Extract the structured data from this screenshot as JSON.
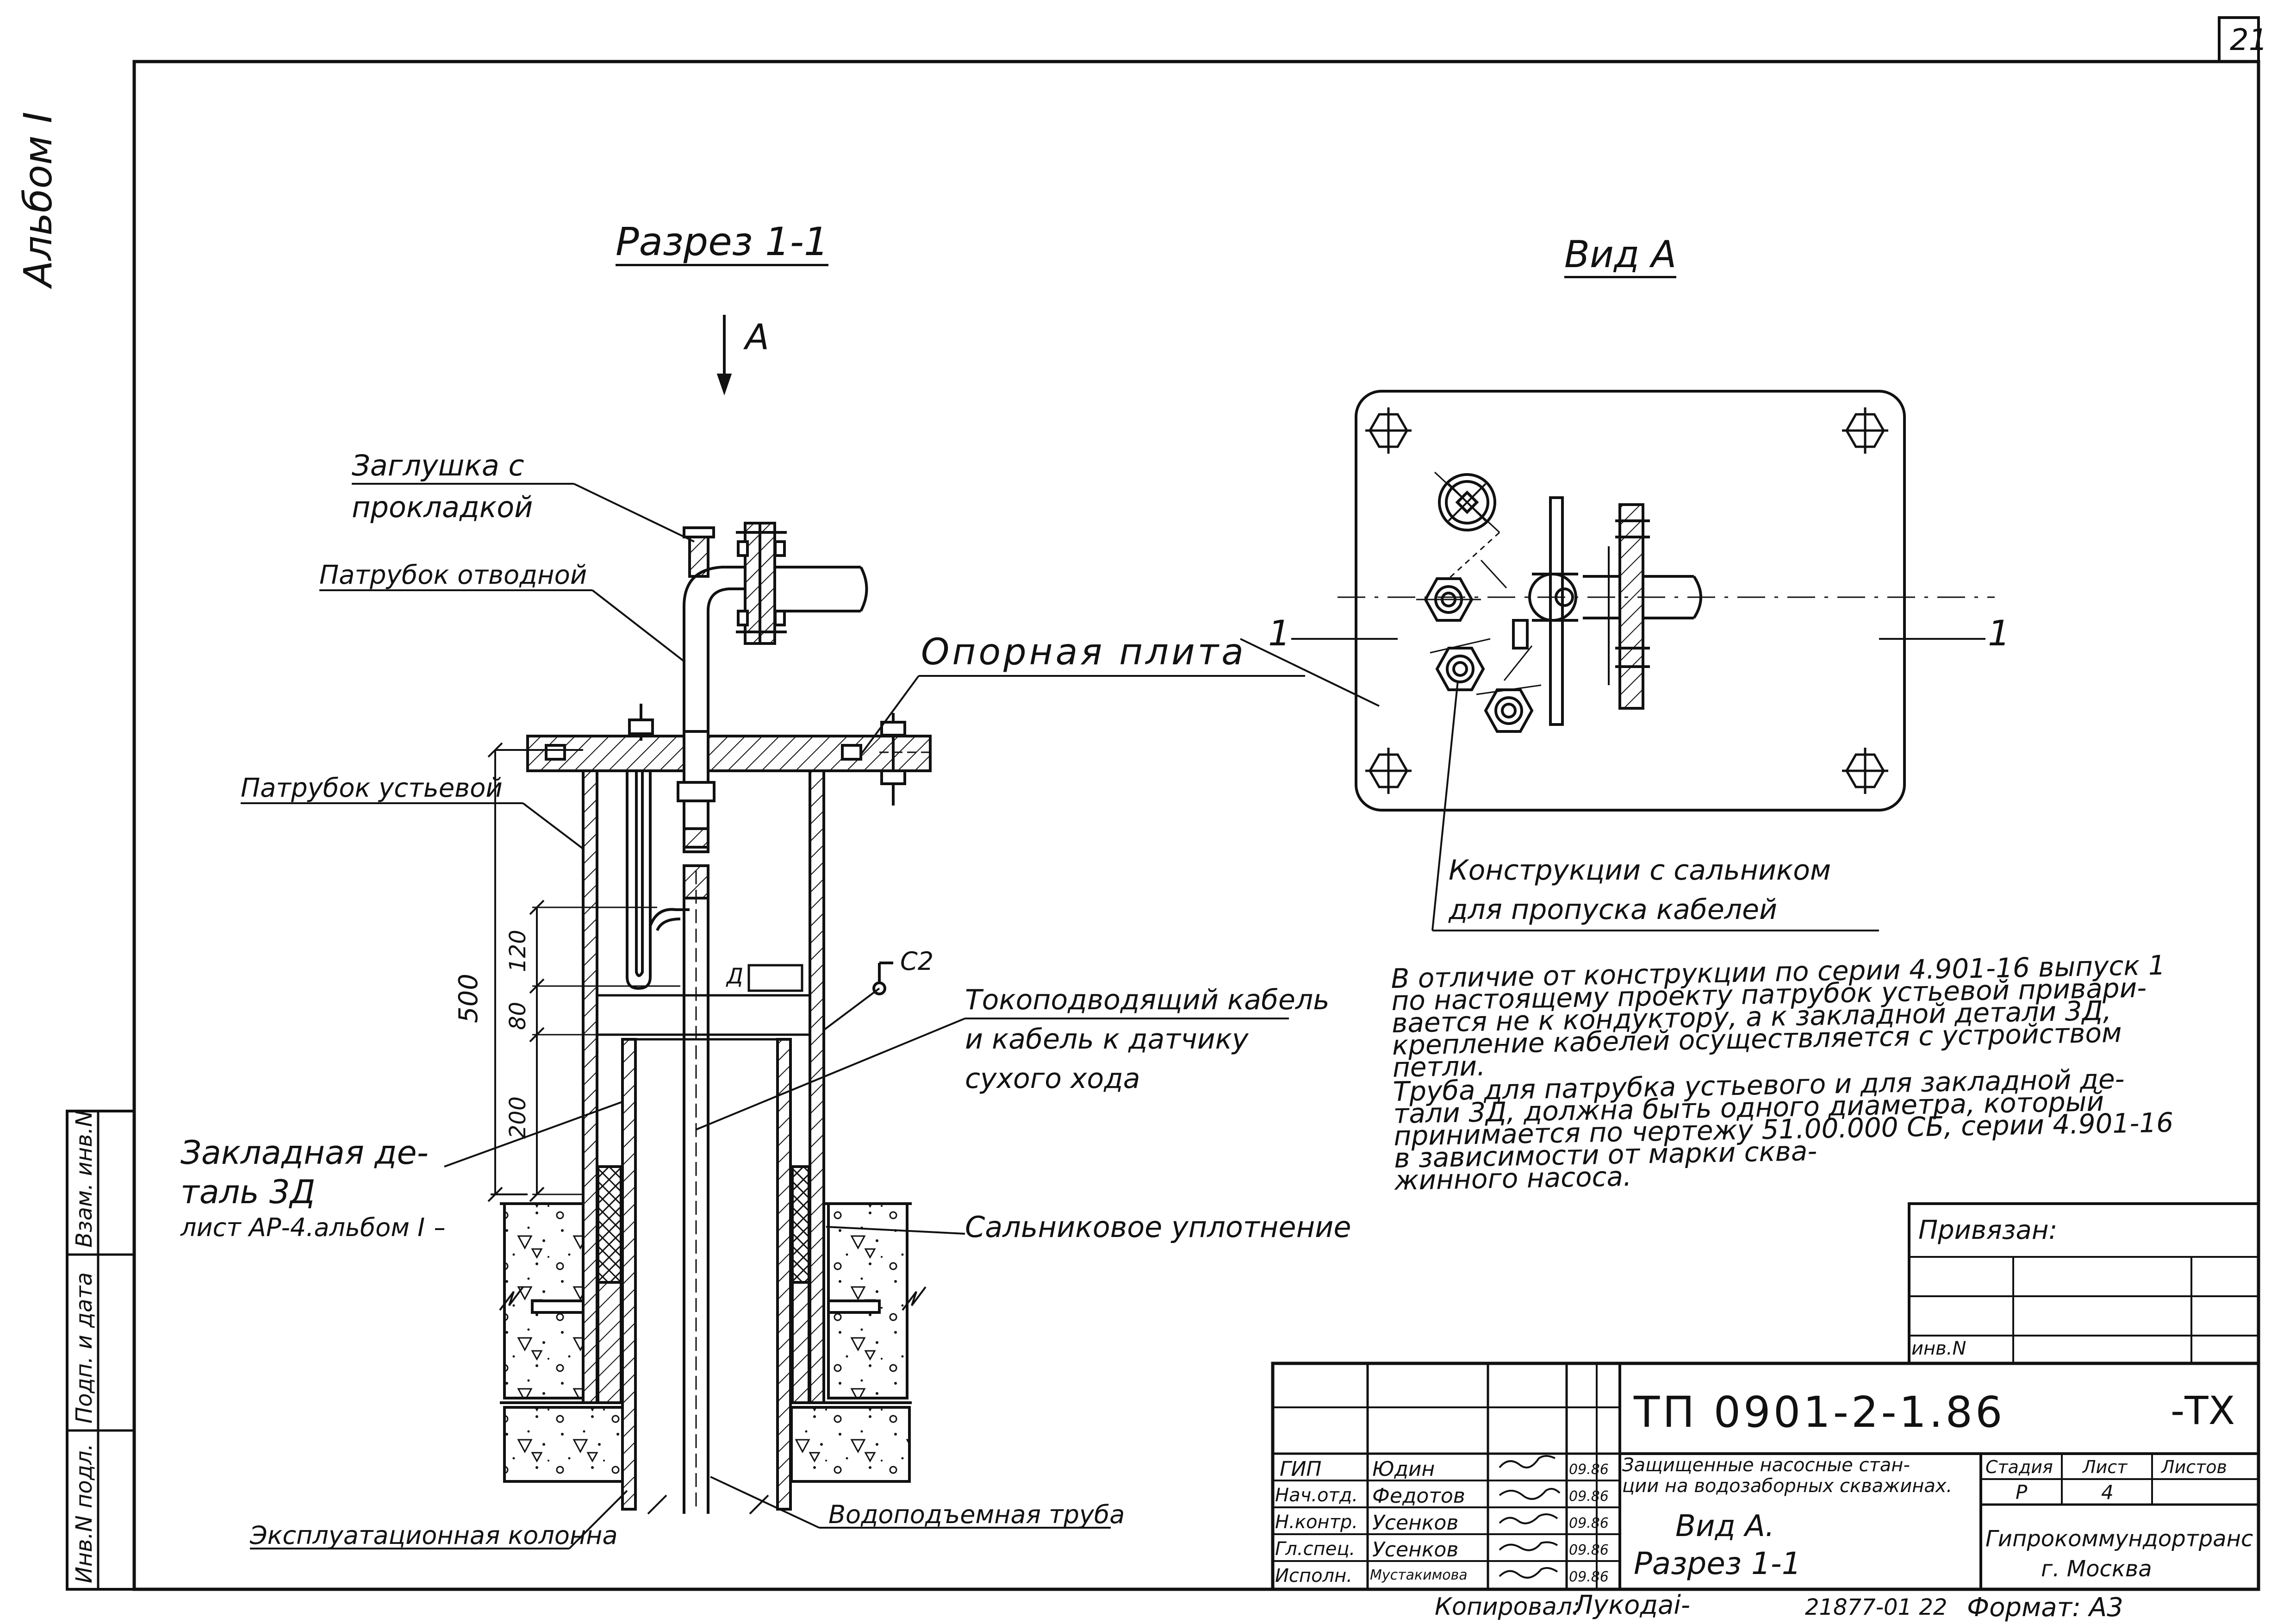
{
  "sheet_number": "21",
  "album_label": "Альбом I",
  "side_stamp": [
    "Инв.N подл.",
    "Подп. и дата",
    "Взам. инв.N"
  ],
  "section": {
    "title": "Разрез 1-1",
    "view_arrow": "А",
    "labels": {
      "plug": [
        "Заглушка с",
        "прокладкой"
      ],
      "branch_pipe": "Патрубок отводной",
      "support_plate": "Опорная плита",
      "wellhead_pipe": "Патрубок устьевой",
      "power_cable": [
        "Токоподводящий кабель",
        "и кабель к датчику",
        "сухого хода"
      ],
      "embedded_part": [
        "Закладная де-",
        "таль 3Д",
        "лист АР-4.альбом I"
      ],
      "gland_seal": "Сальниковое уплотнение",
      "casing": "Эксплуатационная колонна",
      "riser_pipe": "Водоподъемная труба"
    },
    "dimensions": {
      "total": "500",
      "d120": "120",
      "d80": "80",
      "d200": "200",
      "mark_d": "Д",
      "mark_c2": "С2"
    }
  },
  "view_a": {
    "title": "Вид А",
    "axis_label": "1",
    "label": [
      "Конструкции с сальником",
      "для пропуска кабелей"
    ]
  },
  "notes": [
    "В отличие от конструкции по серии 4.901-16 выпуск 1",
    "по настоящему проекту патрубок устьевой привари-",
    "вается не к кондуктору, а к закладной детали 3Д,",
    "крепление кабелей осуществляется с устройством",
    "петли.",
    "Труба для патрубка устьевого и для закладной де-",
    "тали 3Д, должна быть одного диаметра, который",
    "принимается по чертежу 51.00.000 СБ, серии 4.901-16",
    "в зависимости от марки сква-",
    "жинного насоса."
  ],
  "binding_box": {
    "title": "Привязан:",
    "inv_label": "инв.N"
  },
  "title_block": {
    "code": "ТП 0901-2-1.86",
    "suffix": "-ТХ",
    "project_line1": "Защищенные насосные стан-",
    "project_line2": "ции на водозаборных скважинах.",
    "sheet_title_line1": "Вид А.",
    "sheet_title_line2": "Разрез 1-1",
    "stage_header": "Стадия",
    "sheet_header": "Лист",
    "sheets_header": "Листов",
    "stage": "Р",
    "sheet": "4",
    "org_line1": "Гипрокоммундортранс",
    "org_line2": "г. Москва",
    "staff": [
      {
        "role": "ГИП",
        "name": "Юдин",
        "date": "09.86"
      },
      {
        "role": "Нач.отд.",
        "name": "Федотов",
        "date": "09.86"
      },
      {
        "role": "Н.контр.",
        "name": "Усенков",
        "date": "09.86"
      },
      {
        "role": "Гл.спец.",
        "name": "Усенков",
        "date": "09.86"
      },
      {
        "role": "Исполн.",
        "name": "Мустакимова",
        "date": "09.86"
      }
    ]
  },
  "footer": {
    "copied": "Копировал:",
    "copied_sign": "Лукодаі-",
    "order": "21877-01 22",
    "format": "Формат: А3"
  }
}
